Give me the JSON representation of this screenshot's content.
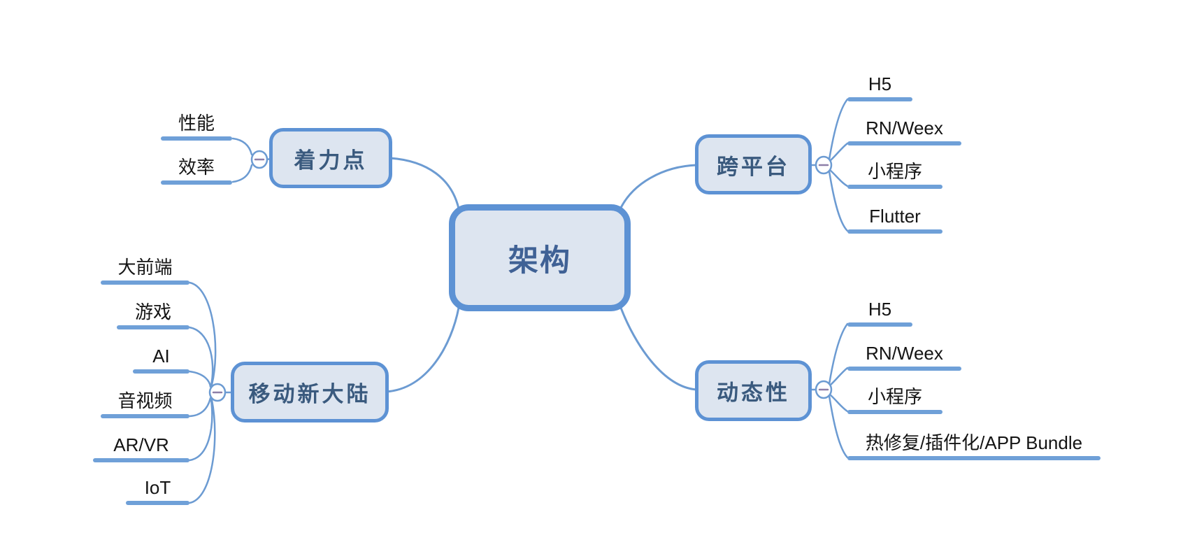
{
  "mindmap": {
    "root": {
      "label": "架构"
    },
    "branches": [
      {
        "label": "着力点",
        "position": "top-left",
        "children": [
          {
            "label": "性能"
          },
          {
            "label": "效率"
          }
        ]
      },
      {
        "label": "移动新大陆",
        "position": "bottom-left",
        "children": [
          {
            "label": "大前端"
          },
          {
            "label": "游戏"
          },
          {
            "label": "AI"
          },
          {
            "label": "音视频"
          },
          {
            "label": "AR/VR"
          },
          {
            "label": "IoT"
          }
        ]
      },
      {
        "label": "跨平台",
        "position": "top-right",
        "children": [
          {
            "label": "H5"
          },
          {
            "label": "RN/Weex"
          },
          {
            "label": "小程序"
          },
          {
            "label": "Flutter"
          }
        ]
      },
      {
        "label": "动态性",
        "position": "bottom-right",
        "children": [
          {
            "label": "H5"
          },
          {
            "label": "RN/Weex"
          },
          {
            "label": "小程序"
          },
          {
            "label": "热修复/插件化/APP Bundle"
          }
        ]
      }
    ],
    "collapse_glyph": "−",
    "colors": {
      "edge": "#6c9bd2",
      "underline": "#6fa0d8",
      "node_fill": "#dde5f0",
      "node_border": "#5d92d4",
      "root_text": "#3f6195",
      "branch_text": "#3a5a7e",
      "child_text": "#141414",
      "collapse_minus": "#8d7fa8"
    }
  }
}
